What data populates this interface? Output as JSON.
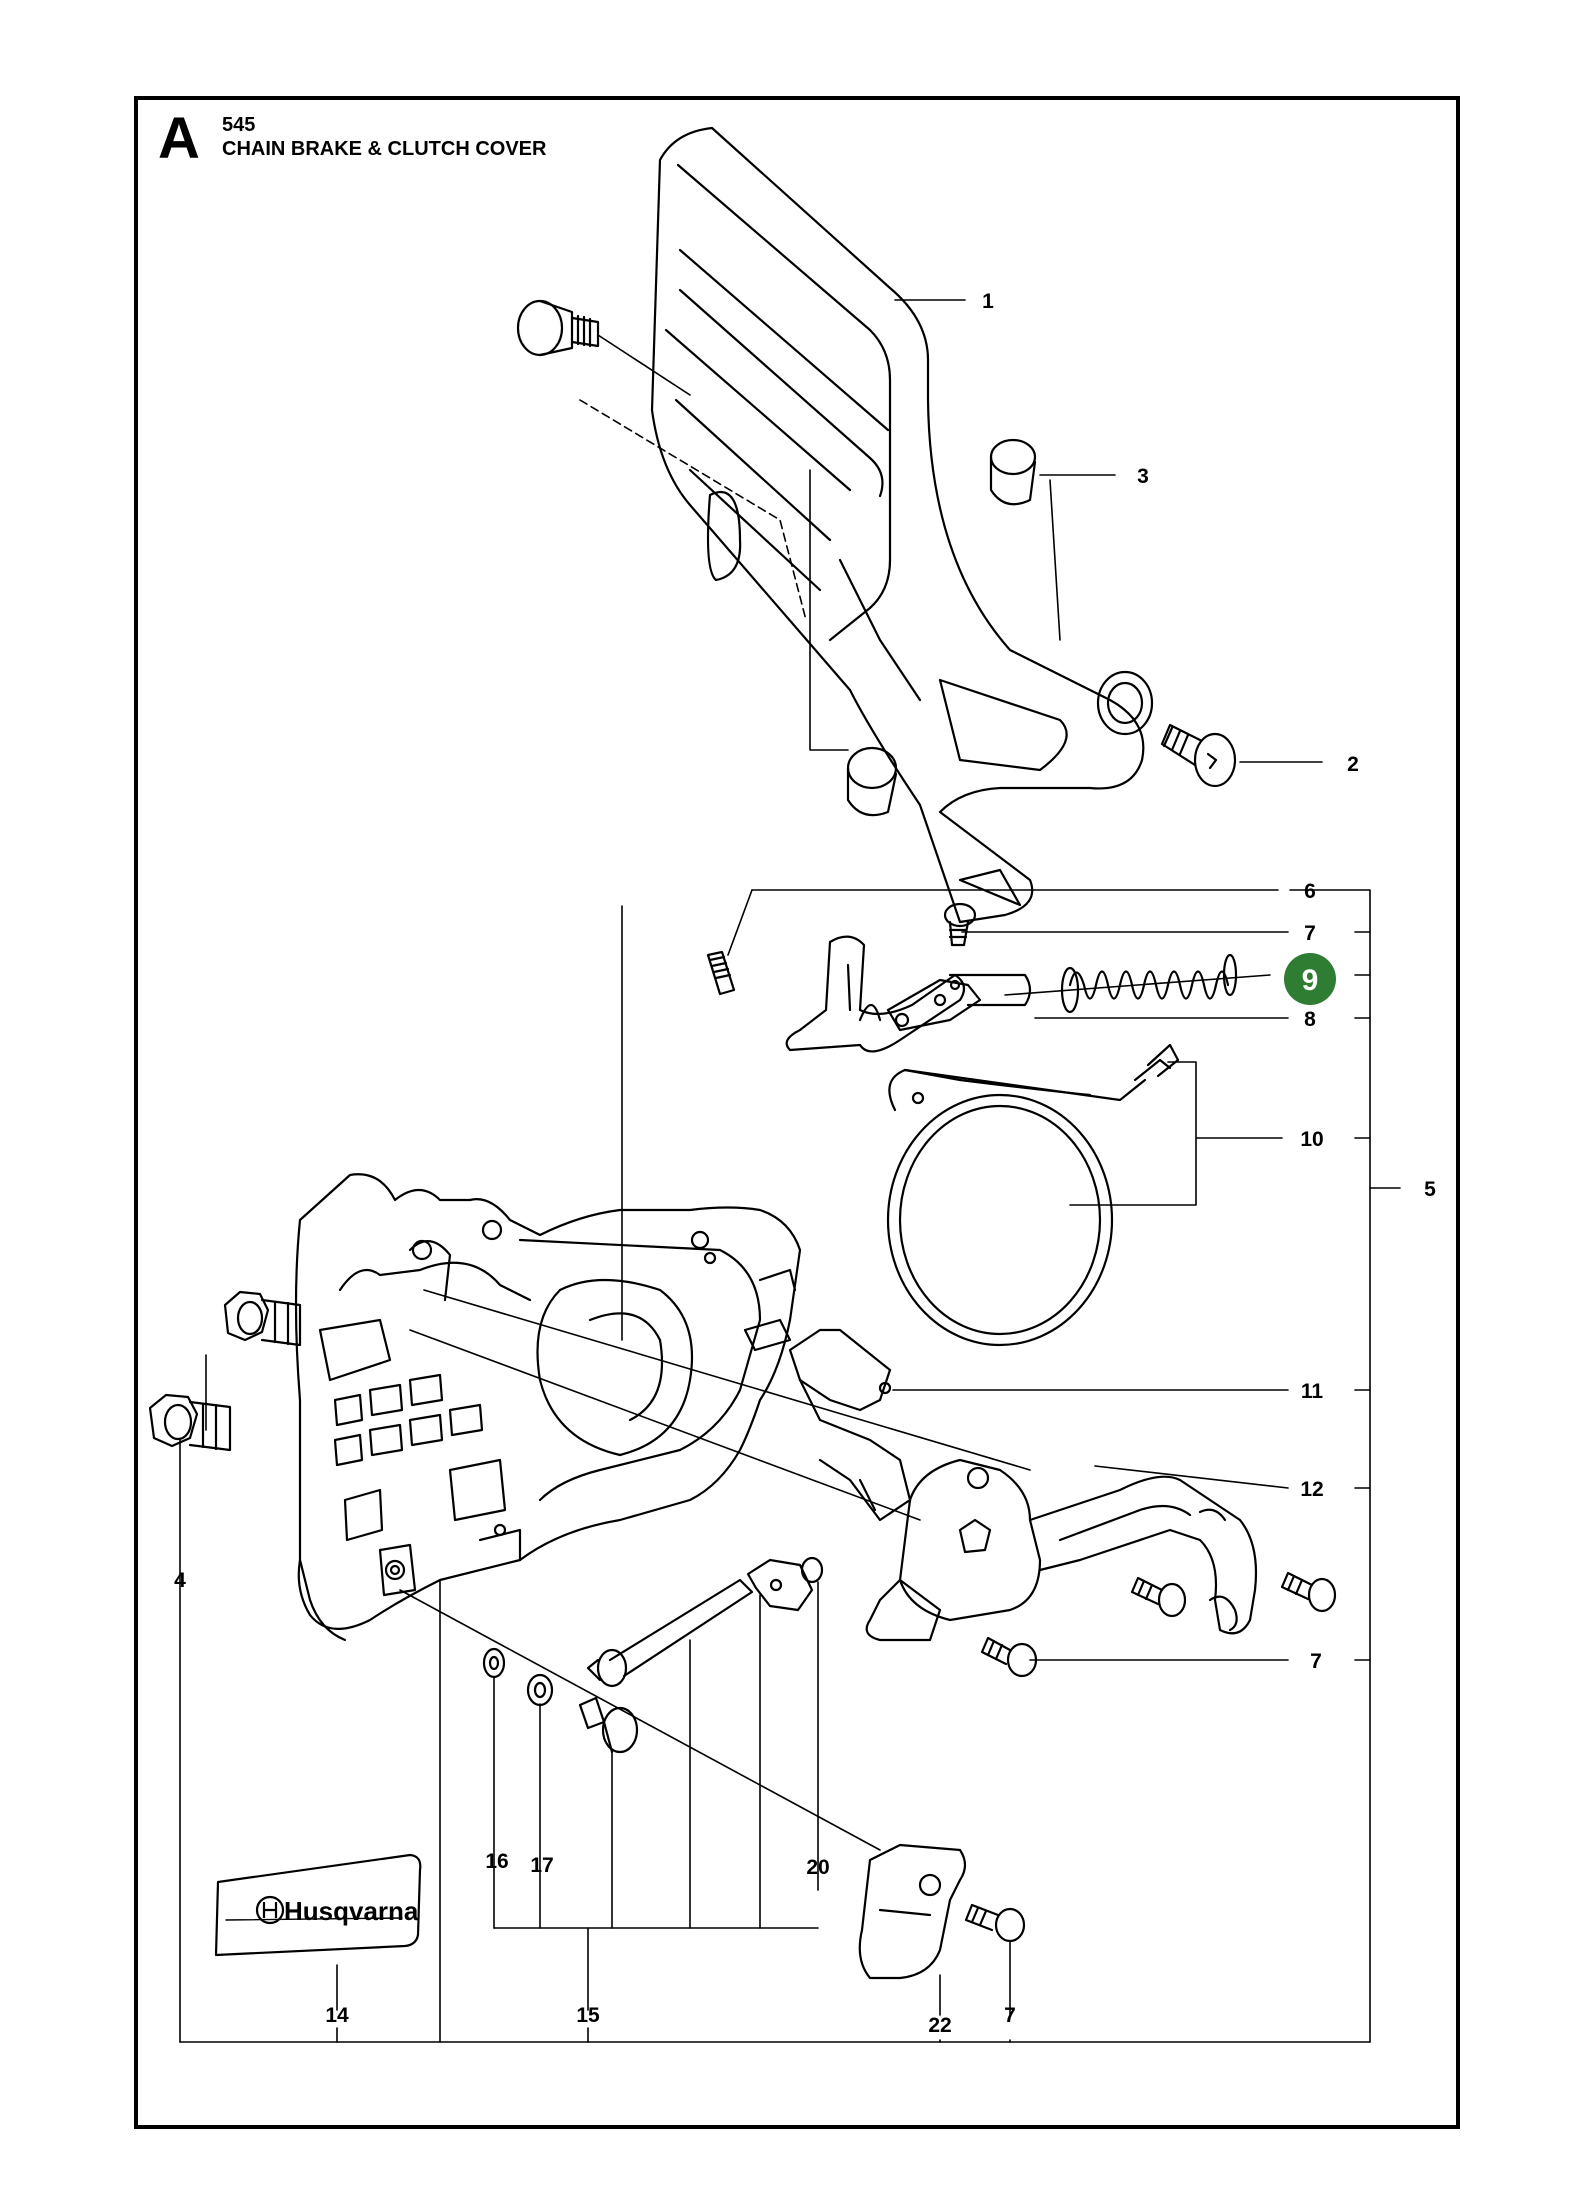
{
  "header": {
    "section_letter": "A",
    "model": "545",
    "title": "CHAIN BRAKE & CLUTCH COVER"
  },
  "parts": [
    {
      "id": "p1",
      "number": "1"
    },
    {
      "id": "p2",
      "number": "2"
    },
    {
      "id": "p3",
      "number": "3"
    },
    {
      "id": "p4",
      "number": "4"
    },
    {
      "id": "p5",
      "number": "5"
    },
    {
      "id": "p6",
      "number": "6"
    },
    {
      "id": "p7a",
      "number": "7"
    },
    {
      "id": "p8",
      "number": "8"
    },
    {
      "id": "p9",
      "number": "9",
      "highlighted": true
    },
    {
      "id": "p10",
      "number": "10"
    },
    {
      "id": "p11",
      "number": "11"
    },
    {
      "id": "p12",
      "number": "12"
    },
    {
      "id": "p7b",
      "number": "7"
    },
    {
      "id": "p14",
      "number": "14"
    },
    {
      "id": "p15",
      "number": "15"
    },
    {
      "id": "p16",
      "number": "16"
    },
    {
      "id": "p17",
      "number": "17"
    },
    {
      "id": "p20",
      "number": "20"
    },
    {
      "id": "p22",
      "number": "22"
    },
    {
      "id": "p7c",
      "number": "7"
    }
  ],
  "decal": {
    "brand": "Husqvarna"
  },
  "colors": {
    "highlight": "#2e7d32",
    "line": "#000000",
    "background": "#ffffff"
  }
}
